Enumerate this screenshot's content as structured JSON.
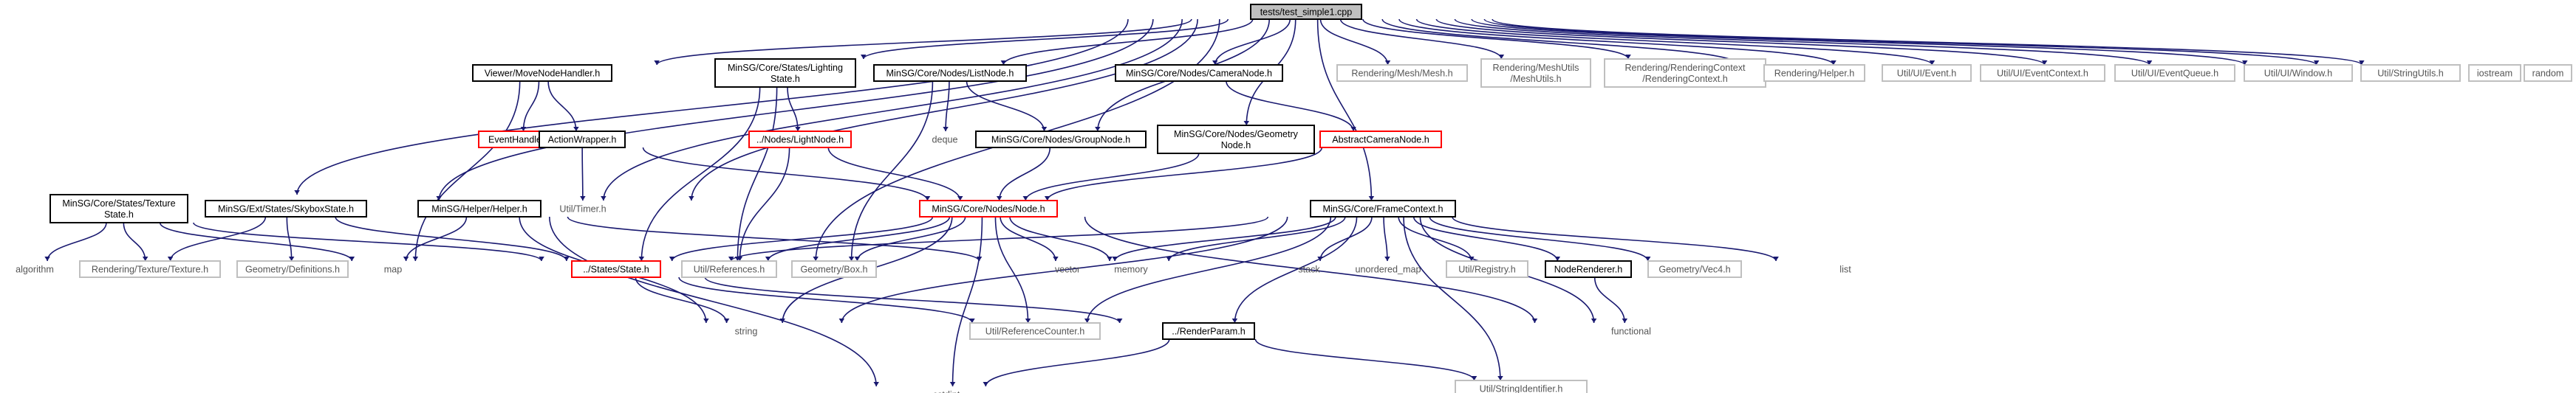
{
  "graph": {
    "root": "tests/test_simple1.cpp",
    "nodes": {
      "root": [
        "tests/test_simple1.cpp"
      ],
      "viewer_mnh": [
        "Viewer/MoveNodeHandler.h"
      ],
      "lighting": [
        "MinSG/Core/States/Lighting",
        "State.h"
      ],
      "listnode": [
        "MinSG/Core/Nodes/ListNode.h"
      ],
      "cameranode": [
        "MinSG/Core/Nodes/CameraNode.h"
      ],
      "mesh": [
        "Rendering/Mesh/Mesh.h"
      ],
      "meshutils": [
        "Rendering/MeshUtils",
        "/MeshUtils.h"
      ],
      "renderingcontext": [
        "Rendering/RenderingContext",
        "/RenderingContext.h"
      ],
      "rhelper": [
        "Rendering/Helper.h"
      ],
      "uievent": [
        "Util/UI/Event.h"
      ],
      "uieventcontext": [
        "Util/UI/EventContext.h"
      ],
      "uieventqueue": [
        "Util/UI/EventQueue.h"
      ],
      "uiwindow": [
        "Util/UI/Window.h"
      ],
      "stringutils": [
        "Util/StringUtils.h"
      ],
      "iostream": [
        "iostream"
      ],
      "random": [
        "random"
      ],
      "eventhandler": [
        "EventHandler.h"
      ],
      "actionwrapper": [
        "ActionWrapper.h"
      ],
      "lightnode": [
        "../Nodes/LightNode.h"
      ],
      "deque": [
        "deque"
      ],
      "groupnode": [
        "MinSG/Core/Nodes/GroupNode.h"
      ],
      "geometrynode": [
        "MinSG/Core/Nodes/Geometry",
        "Node.h"
      ],
      "abstractcamera": [
        "AbstractCameraNode.h"
      ],
      "texturestate": [
        "MinSG/Core/States/Texture",
        "State.h"
      ],
      "skybox": [
        "MinSG/Ext/States/SkyboxState.h"
      ],
      "helper": [
        "MinSG/Helper/Helper.h"
      ],
      "timer": [
        "Util/Timer.h"
      ],
      "node": [
        "MinSG/Core/Nodes/Node.h"
      ],
      "framecontext": [
        "MinSG/Core/FrameContext.h"
      ],
      "algorithm": [
        "algorithm"
      ],
      "texture": [
        "Rendering/Texture/Texture.h"
      ],
      "definitions": [
        "Geometry/Definitions.h"
      ],
      "map": [
        "map"
      ],
      "state": [
        "../States/State.h"
      ],
      "references": [
        "Util/References.h"
      ],
      "box": [
        "Geometry/Box.h"
      ],
      "vector": [
        "vector"
      ],
      "memory": [
        "memory"
      ],
      "stack": [
        "stack"
      ],
      "unordered_map": [
        "unordered_map"
      ],
      "registry": [
        "Util/Registry.h"
      ],
      "noderenderer": [
        "NodeRenderer.h"
      ],
      "vec4": [
        "Geometry/Vec4.h"
      ],
      "list": [
        "list"
      ],
      "string": [
        "string"
      ],
      "refcounter": [
        "Util/ReferenceCounter.h"
      ],
      "renderparam": [
        "../RenderParam.h"
      ],
      "functional": [
        "functional"
      ],
      "cstdint": [
        "cstdint"
      ],
      "stringidentifier": [
        "Util/StringIdentifier.h"
      ]
    }
  }
}
